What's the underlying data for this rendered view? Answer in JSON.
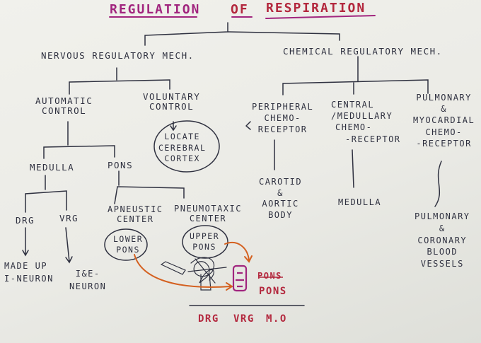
{
  "title": {
    "word1": "REGULATION",
    "word2": "OF",
    "word3": "RESPIRATION"
  },
  "branches": {
    "nervous": "NERVOUS REGULATORY MECH.",
    "chemical": "CHEMICAL REGULATORY MECH."
  },
  "nervous": {
    "automatic": [
      "AUTOMATIC",
      "CONTROL"
    ],
    "voluntary": [
      "VOLUNTARY",
      "CONTROL"
    ],
    "voluntary_circle": [
      "LOCATE",
      "CEREBRAL",
      "CORTEX"
    ],
    "medulla": "MEDULLA",
    "pons": "PONS",
    "drg": "DRG",
    "vrg": "VRG",
    "drg_note": [
      "MADE UP",
      "I-NEURON"
    ],
    "vrg_note": [
      "I&E-",
      "NEURON"
    ],
    "apneustic": [
      "APNEUSTIC",
      "CENTER"
    ],
    "apneustic_circle": [
      "LOWER",
      "PONS"
    ],
    "pneumotaxic": [
      "PNEUMOTAXIC",
      "CENTER"
    ],
    "pneumotaxic_circle": [
      "UPPER",
      "PONS"
    ]
  },
  "chemical": {
    "peripheral": [
      "PERIPHERAL",
      "CHEMO-",
      "RECEPTOR"
    ],
    "peripheral_leaf": [
      "CAROTID",
      "&",
      "AORTIC",
      "BODY"
    ],
    "central": [
      "CENTRAL",
      "/MEDULLARY",
      "CHEMO-",
      "-RECEPTOR"
    ],
    "central_leaf": "MEDULLA",
    "pulmonary": [
      "PULMONARY",
      "&",
      "MYOCARDIAL",
      "CHEMO-",
      "-RECEPTOR"
    ],
    "pulmonary_leaf": [
      "PULMONARY",
      "&",
      "CORONARY",
      "BLOOD",
      "VESSELS"
    ]
  },
  "pons_note": {
    "struck": "PONS",
    "label": "PONS"
  },
  "footer": {
    "drg": "DRG",
    "vrg": "VRG",
    "mo": "M.O"
  },
  "colors": {
    "ink": "#2f3140",
    "red": "#b3283e",
    "purple": "#a1257e",
    "orange": "#d4601f"
  }
}
